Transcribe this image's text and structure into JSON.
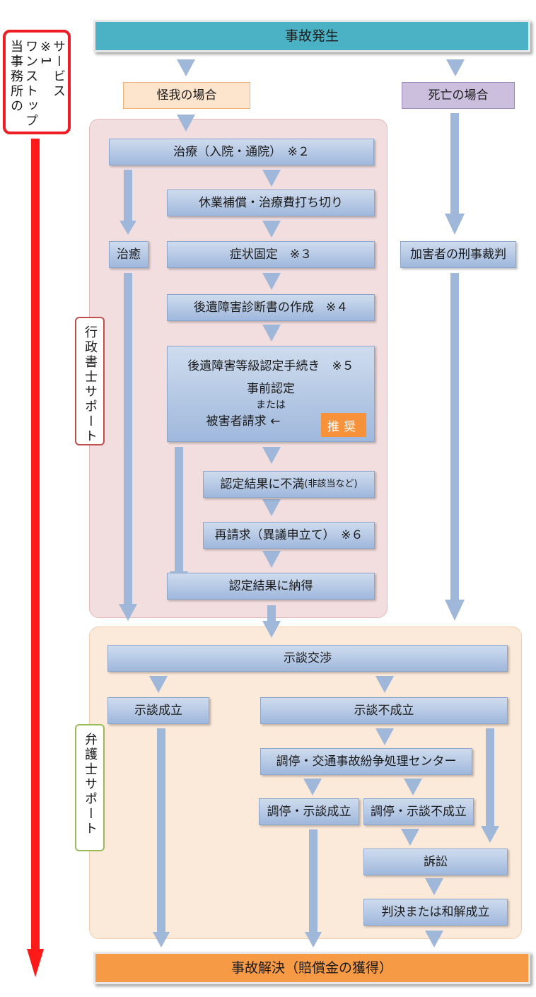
{
  "colors": {
    "arrow": "#9fb7d9",
    "red": "#ff1a1a",
    "head": "#4bb1c4",
    "resolution": "#f79a45",
    "admin_region": "#f2dede",
    "lawyer_region": "#fbe9d9"
  },
  "left_label": {
    "lines": [
      "当事務所の",
      "ワンストップ",
      "サービス ※1"
    ]
  },
  "support": {
    "admin": "行政書士サポート",
    "lawyer": "弁護士サポート"
  },
  "nodes": {
    "accident": "事故発生",
    "injury": "怪我の場合",
    "death": "死亡の場合",
    "treatment": "治療（入院・通院）　※２",
    "cutoff": "休業補償・治療費打ち切り",
    "recovery": "治癒",
    "fixed": "症状固定　※３",
    "criminal_trial": "加害者の刑事裁判",
    "diagnosis": "後遺障害診断書の作成　※４",
    "grade_title": "後遺障害等級認定手続き　※５",
    "grade_opt1": "事前認定",
    "grade_or": "または",
    "grade_opt2": "被害者請求 ←",
    "recommended": "推奨",
    "dissatisfied": "認定結果に不満",
    "dissatisfied_note": "(非該当など)",
    "reclaim": "再請求（異議申立て）　※６",
    "accepted": "認定結果に納得",
    "negotiation": "示談交渉",
    "settled": "示談成立",
    "not_settled": "示談不成立",
    "adr": "調停・交通事故紛争処理センター",
    "med_settled": "調停・示談成立",
    "med_failed": "調停・示談不成立",
    "lawsuit": "訴訟",
    "judgment": "判決または和解成立",
    "resolution": "事故解決（賠償金の獲得）"
  }
}
